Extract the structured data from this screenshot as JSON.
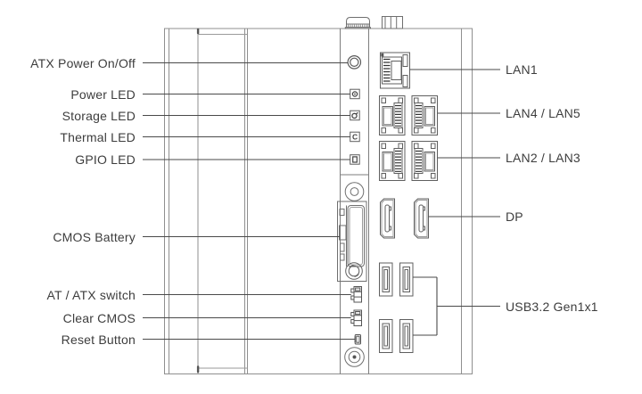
{
  "figure": {
    "type": "hardware-io-callout-diagram",
    "description_visible_text_only": true
  },
  "colors": {
    "background": "#ffffff",
    "chassis_line": "#8f8f8f",
    "panel_line": "#7d7d7d",
    "port_line": "#5f5f5f",
    "pin_dark": "#333333",
    "leader_line": "#4a4a4a",
    "label_text": "#3d3d3d"
  },
  "glyphs": {
    "thermal_led": "C"
  },
  "callouts": {
    "left": [
      {
        "id": "atx-power-onoff",
        "label": "ATX Power On/Off"
      },
      {
        "id": "power-led",
        "label": "Power LED"
      },
      {
        "id": "storage-led",
        "label": "Storage LED"
      },
      {
        "id": "thermal-led",
        "label": "Thermal LED"
      },
      {
        "id": "gpio-led",
        "label": "GPIO LED"
      },
      {
        "id": "cmos-battery",
        "label": "CMOS Battery"
      },
      {
        "id": "at-atx-switch",
        "label": "AT / ATX switch"
      },
      {
        "id": "clear-cmos",
        "label": "Clear CMOS"
      },
      {
        "id": "reset-button",
        "label": "Reset Button"
      }
    ],
    "right": [
      {
        "id": "lan1",
        "label": "LAN1"
      },
      {
        "id": "lan4-lan5",
        "label": "LAN4 / LAN5"
      },
      {
        "id": "lan2-lan3",
        "label": "LAN2 / LAN3"
      },
      {
        "id": "dp",
        "label": "DP"
      },
      {
        "id": "usb32-gen1x1",
        "label": "USB3.2 Gen1x1"
      }
    ]
  }
}
